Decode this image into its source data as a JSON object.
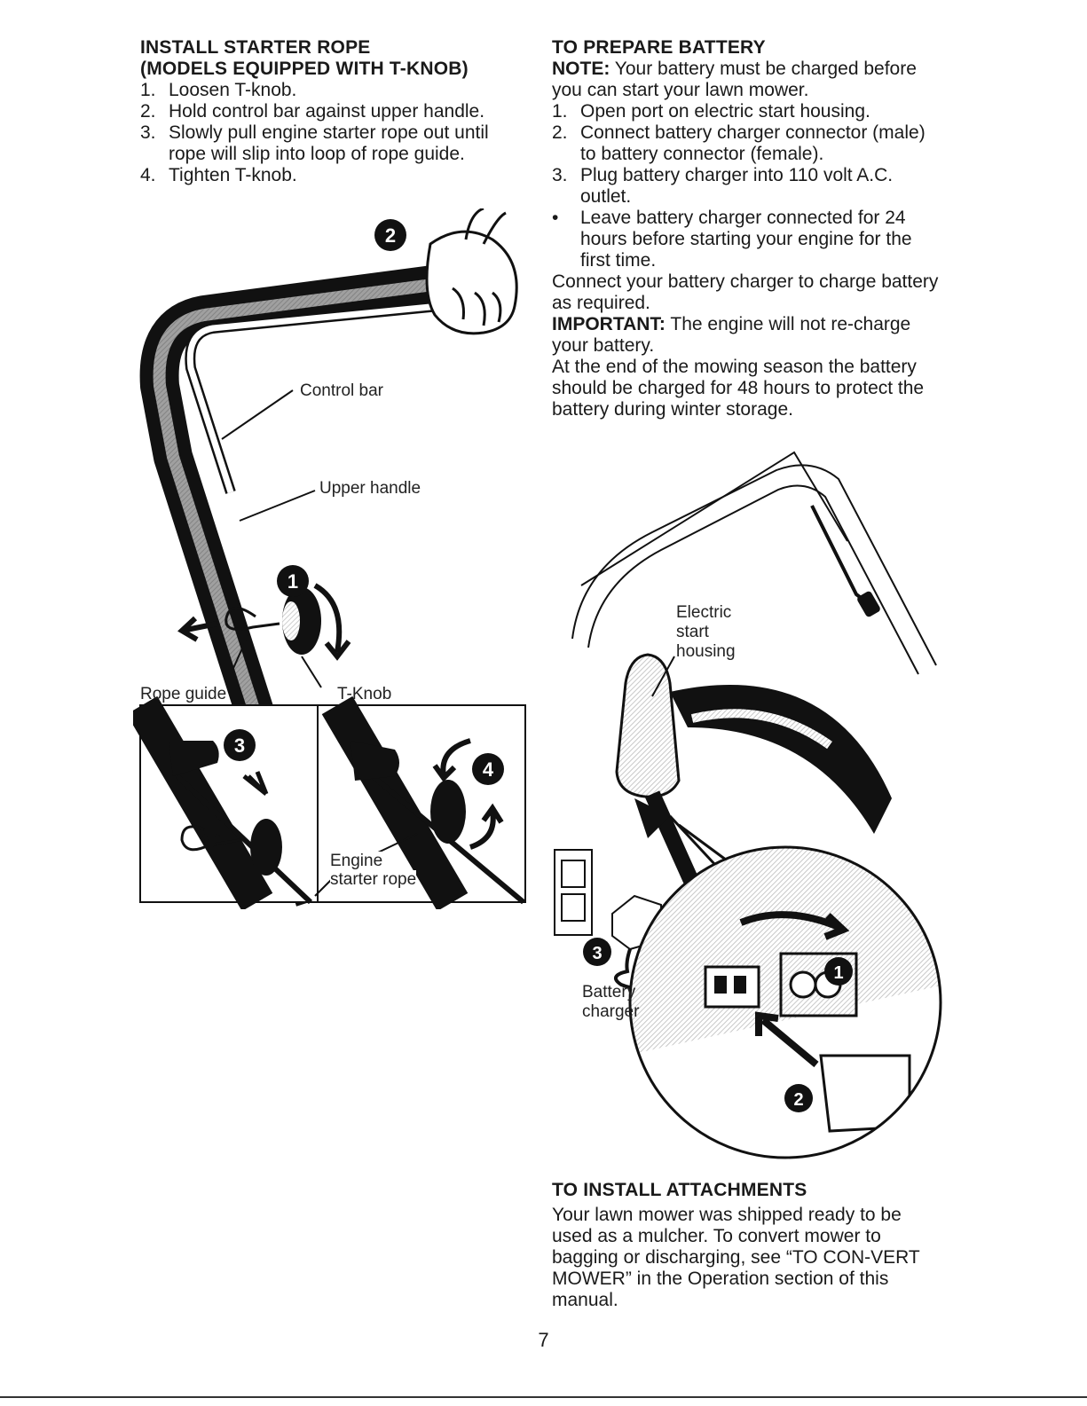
{
  "left": {
    "title_line1": "INSTALL STARTER ROPE",
    "title_line2": "(MODELS EQUIPPED WITH T-KNOB)",
    "steps": [
      {
        "num": "1.",
        "text": "Loosen T-knob."
      },
      {
        "num": "2.",
        "text": "Hold control bar against upper handle."
      },
      {
        "num": "3.",
        "text": "Slowly pull engine starter rope out until rope will slip into loop of rope guide."
      },
      {
        "num": "4.",
        "text": "Tighten T-knob."
      }
    ],
    "figure": {
      "labels": {
        "control_bar": "Control bar",
        "upper_handle": "Upper handle",
        "rope_guide": "Rope guide",
        "t_knob": "T-Knob",
        "engine_line1": "Engine",
        "engine_line2": "starter rope"
      },
      "callouts": [
        "1",
        "2",
        "3",
        "4"
      ]
    }
  },
  "right": {
    "title": "TO PREPARE BATTERY",
    "note_label": "NOTE:",
    "note_text": "Your battery must be charged before you can start your lawn mower.",
    "steps": [
      {
        "num": "1.",
        "text": "Open port on electric start housing."
      },
      {
        "num": "2.",
        "text": "Connect battery charger connector (male) to battery connector (female)."
      },
      {
        "num": "3.",
        "text": "Plug battery charger into 110 volt A.C. outlet."
      },
      {
        "num": "•",
        "text": "Leave battery charger connected for 24 hours before starting your engine for the first time."
      }
    ],
    "para1": "Connect your battery charger to charge battery as required.",
    "important_label": "IMPORTANT:",
    "important_text": "The engine will not re-charge your battery.",
    "para2": "At the end of the mowing season the battery should be charged for 48 hours to protect the battery during winter storage.",
    "figure": {
      "labels": {
        "electric_line1": "Electric",
        "electric_line2": "start",
        "electric_line3": "housing",
        "charger_line1": "Battery",
        "charger_line2": "charger"
      },
      "callouts": [
        "1",
        "2",
        "3"
      ]
    },
    "attach_title": "TO INSTALL ATTACHMENTS",
    "attach_text": "Your lawn mower was shipped ready to be used as a mulcher. To convert mower to bagging or discharging, see “TO CON-VERT MOWER” in the Operation section of this manual."
  },
  "page_number": "7"
}
